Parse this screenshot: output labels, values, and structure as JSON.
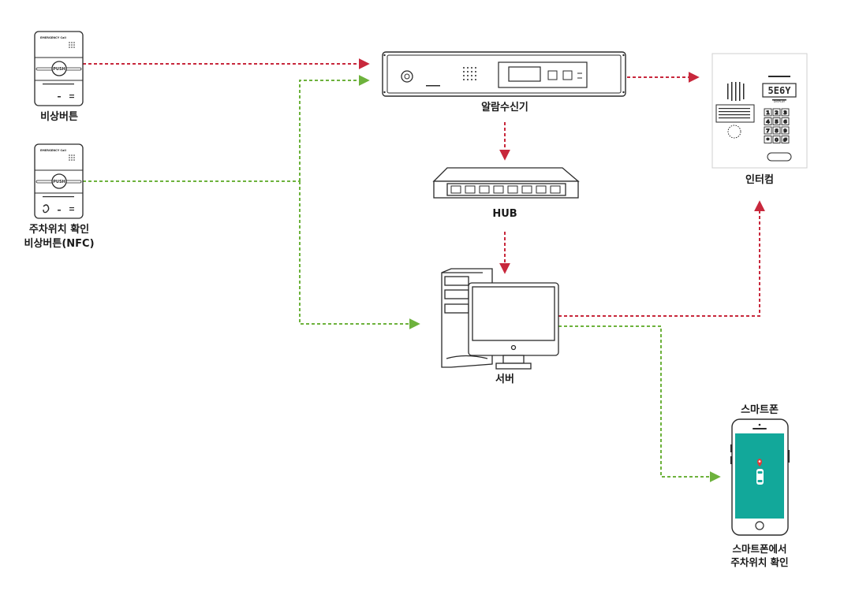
{
  "colors": {
    "alarm_line": "#c8283c",
    "data_line": "#6db23c",
    "device_stroke": "#2a2a2a",
    "phone_screen": "#12a89a"
  },
  "devices": {
    "emergency_button": {
      "label": "비상버튼",
      "panel_text": "EMERGENCY Call",
      "push_text": "PUSH",
      "icon": "emergency-button-icon"
    },
    "nfc_button": {
      "label_line1": "주차위치 확인",
      "label_line2": "비상버튼(NFC)",
      "panel_text": "EMERGENCY Call",
      "push_text": "PUSH",
      "icon": "nfc-emergency-button-icon"
    },
    "alarm_receiver": {
      "label": "알람수신기",
      "icon": "alarm-receiver-icon"
    },
    "hub": {
      "label": "HUB",
      "icon": "network-hub-icon"
    },
    "server": {
      "label": "서버",
      "icon": "server-computer-icon"
    },
    "intercom": {
      "label": "인터컴",
      "display_text": "5E6Y",
      "display_caption": "DISPLAY",
      "keys": [
        "1",
        "2",
        "3",
        "4",
        "5",
        "6",
        "7",
        "8",
        "9",
        "*",
        "0",
        "#"
      ],
      "icon": "intercom-icon"
    },
    "smartphone": {
      "title": "스마트폰",
      "label_line1": "스마트폰에서",
      "label_line2": "주차위치 확인",
      "icon": "smartphone-icon"
    }
  },
  "connections": [
    {
      "from": "비상버튼",
      "to": "알람수신기",
      "type": "alarm"
    },
    {
      "from": "주차위치 확인 비상버튼(NFC)",
      "to": "알람수신기",
      "type": "data"
    },
    {
      "from": "주차위치 확인 비상버튼(NFC)",
      "to": "서버",
      "type": "data"
    },
    {
      "from": "알람수신기",
      "to": "인터컴",
      "type": "alarm"
    },
    {
      "from": "알람수신기",
      "to": "HUB",
      "type": "alarm"
    },
    {
      "from": "HUB",
      "to": "서버",
      "type": "alarm"
    },
    {
      "from": "서버",
      "to": "인터컴",
      "type": "alarm"
    },
    {
      "from": "서버",
      "to": "스마트폰",
      "type": "data"
    }
  ]
}
